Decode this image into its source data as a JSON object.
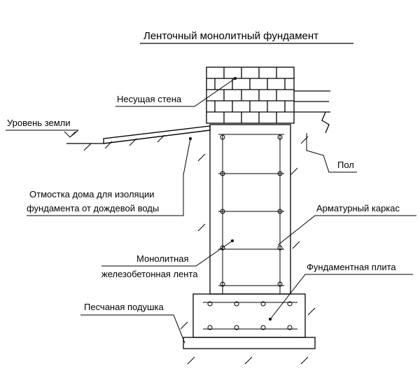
{
  "title": "Ленточный монолитный фундамент",
  "labels": {
    "bearing_wall": "Несущая стена",
    "ground_level": "Уровень земли",
    "floor": "Пол",
    "blind_area_line1": "Отмостка дома для изоляции",
    "blind_area_line2": "фундамента от дождевой воды",
    "rebar_cage": "Арматурный каркас",
    "strip_line1": "Монолитная",
    "strip_line2": "железобетонная лента",
    "foundation_slab": "Фундаментная плита",
    "sand_cushion": "Песчаная подушка"
  }
}
